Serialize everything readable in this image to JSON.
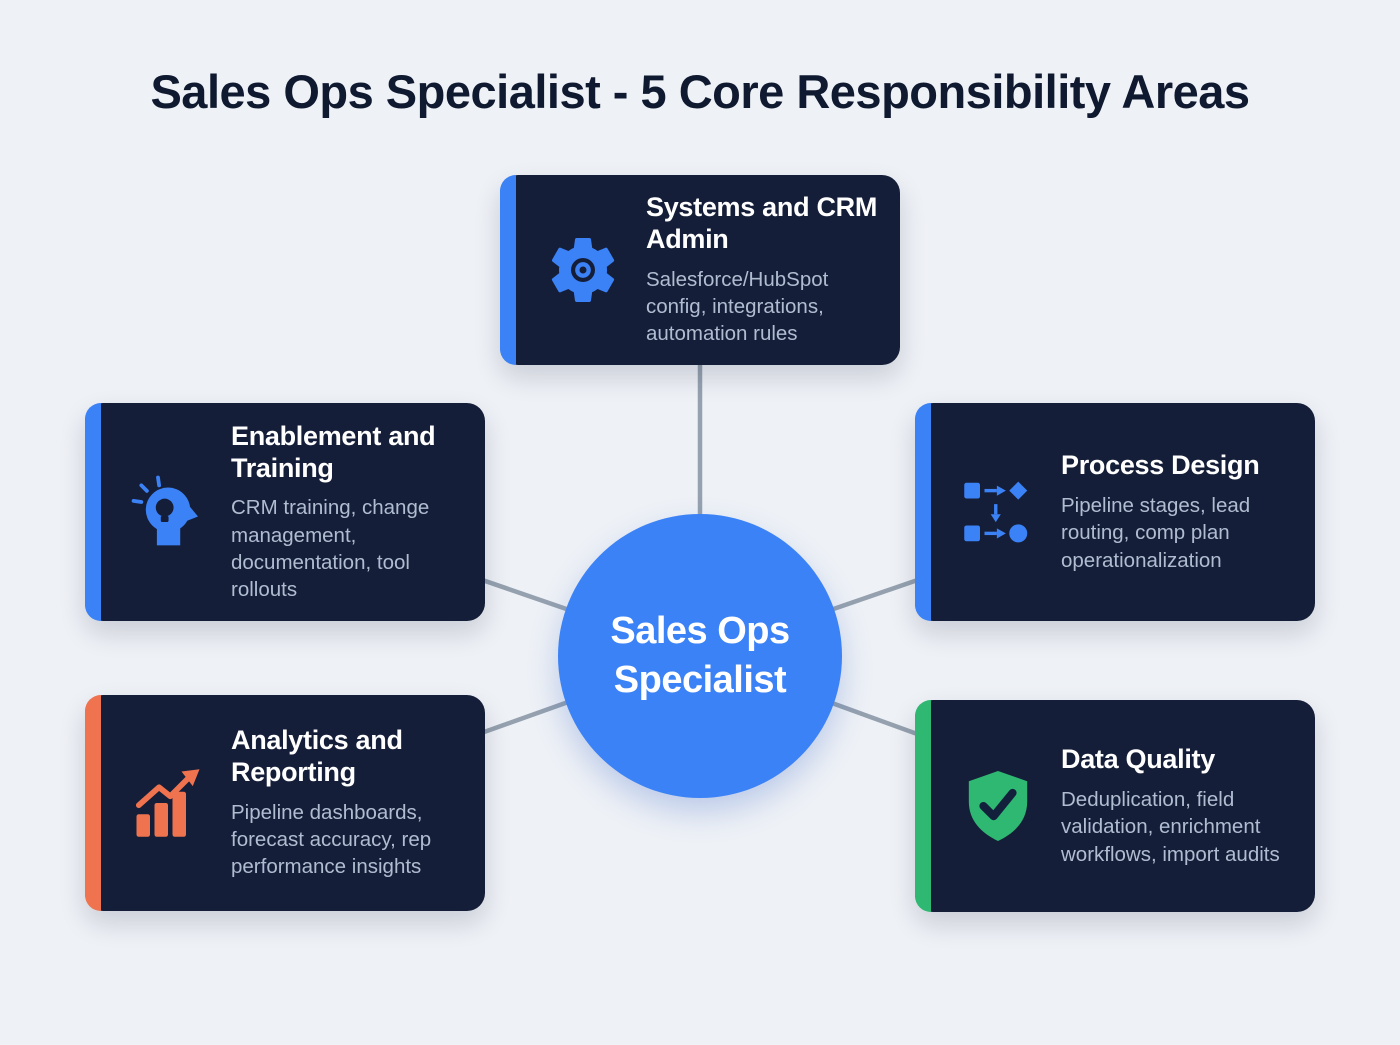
{
  "title": "Sales Ops Specialist - 5 Core Responsibility Areas",
  "center": {
    "line1": "Sales Ops",
    "line2": "Specialist"
  },
  "cards": {
    "systems": {
      "title": "Systems and CRM Admin",
      "desc": "Salesforce/HubSpot config, integrations, automation rules"
    },
    "enablement": {
      "title": "Enablement and Training",
      "desc": "CRM training, change management, documentation, tool rollouts"
    },
    "process": {
      "title": "Process Design",
      "desc": "Pipeline stages, lead routing, comp plan operationalization"
    },
    "analytics": {
      "title": "Analytics and Reporting",
      "desc": "Pipeline dashboards, forecast accuracy, rep performance insights"
    },
    "dataquality": {
      "title": "Data Quality",
      "desc": "Deduplication, field validation, enrichment workflows, import audits"
    }
  },
  "icons": {
    "systems": "gear-icon",
    "enablement": "head-lightbulb-icon",
    "process": "flowchart-icon",
    "analytics": "bar-chart-arrow-icon",
    "dataquality": "shield-check-icon"
  },
  "colors": {
    "background": "#eef1f6",
    "card_bg": "#151e38",
    "accent_blue": "#3b82f6",
    "accent_orange": "#f0734f",
    "accent_green": "#2eb872",
    "connector": "#95a1af",
    "title_text": "#0f1930",
    "card_desc_text": "#b0bdd1"
  }
}
